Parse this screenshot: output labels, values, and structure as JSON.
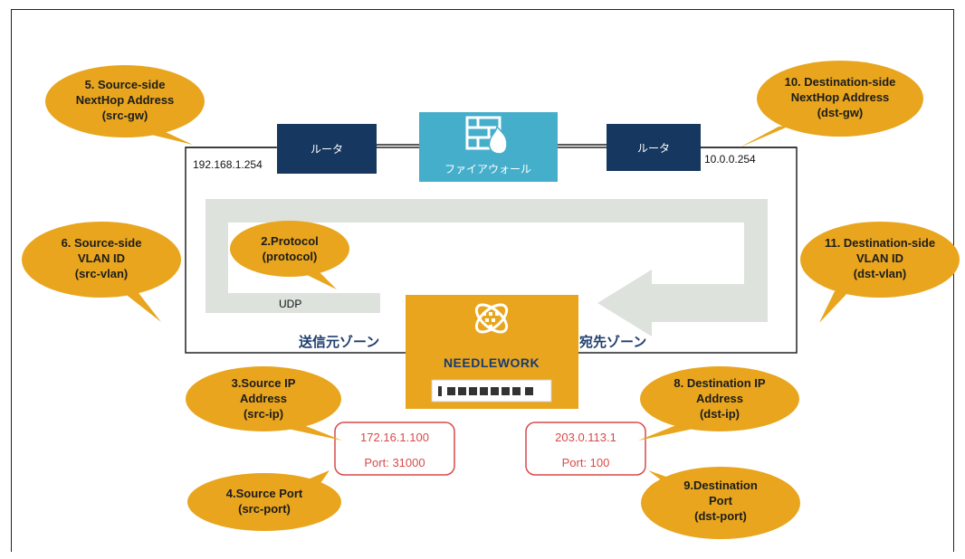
{
  "colors": {
    "bubble": "#e8a51d",
    "router": "#16375f",
    "firewall": "#45aecb",
    "appliance": "#e8a51d",
    "arrow": "#dde2dd",
    "red": "#d94a4a",
    "zone_text": "#1f3e6e"
  },
  "bubbles": {
    "b5": [
      "5. Source-side",
      "NextHop Address",
      "(src-gw)"
    ],
    "b10": [
      "10. Destination-side",
      "NextHop Address",
      "(dst-gw)"
    ],
    "b6": [
      "6. Source-side",
      "VLAN ID",
      "(src-vlan)"
    ],
    "b11": [
      "11. Destination-side",
      "VLAN ID",
      "(dst-vlan)"
    ],
    "b2": [
      "2.Protocol",
      "(protocol)"
    ],
    "b3": [
      "3.Source IP",
      "Address",
      "(src-ip)"
    ],
    "b8": [
      "8. Destination IP",
      "Address",
      "(dst-ip)"
    ],
    "b4": [
      "4.Source Port",
      "(src-port)"
    ],
    "b9": [
      "9.Destination",
      "Port",
      "(dst-port)"
    ]
  },
  "network": {
    "left_ip": "192.168.1.254",
    "right_ip": "10.0.0.254",
    "router_label": "ルータ",
    "firewall_label": "ファイアウォール",
    "protocol_value": "UDP",
    "src_zone": "送信元ゾーン",
    "dst_zone": "宛先ゾーン",
    "brand": "NEEDLEWORK"
  },
  "source_box": {
    "ip": "172.16.1.100",
    "port": "Port: 31000"
  },
  "dest_box": {
    "ip": "203.0.113.1",
    "port": "Port: 100"
  },
  "icons": {
    "firewall": "firewall-flame-icon",
    "logo": "needlework-logo-icon",
    "appliance": "network-appliance-icon"
  }
}
